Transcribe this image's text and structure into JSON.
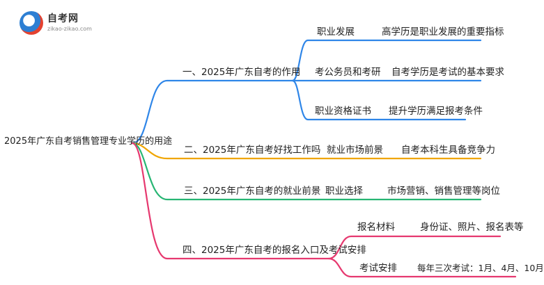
{
  "logo": {
    "name": "自考网",
    "url": "zikao-zikao.com"
  },
  "root": "2025年广东自考销售管理专业学历的用途",
  "branches": [
    {
      "title": "一、2025年广东自考的作用",
      "color": "#2f86e8",
      "children": [
        {
          "label": "职业发展",
          "detail": "高学历是职业发展的重要指标"
        },
        {
          "label": "考公务员和考研",
          "detail": "自考学历是考试的基本要求"
        },
        {
          "label": "职业资格证书",
          "detail": "提升学历满足报考条件"
        }
      ]
    },
    {
      "title": "二、2025年广东自考好找工作吗",
      "color": "#f0a500",
      "children": [
        {
          "label": "就业市场前景",
          "detail": "自考本科生具备竞争力"
        }
      ]
    },
    {
      "title": "三、2025年广东自考的就业前景",
      "color": "#27b573",
      "children": [
        {
          "label": "职业选择",
          "detail": "市场营销、销售管理等岗位"
        }
      ]
    },
    {
      "title": "四、2025年广东自考的报名入口及考试安排",
      "color": "#e6386f",
      "children": [
        {
          "label": "报名材料",
          "detail": "身份证、照片、报名表等"
        },
        {
          "label": "考试安排",
          "detail": "每年三次考试：1月、4月、10月"
        }
      ]
    }
  ]
}
